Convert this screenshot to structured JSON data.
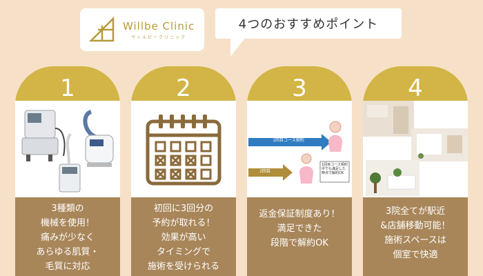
{
  "logo": {
    "name": "Willbe Clinic",
    "sub": "ウィルビークリニック"
  },
  "header": {
    "bubble_text": "4つのおすすめポイント"
  },
  "cards": [
    {
      "number": "1",
      "lines": [
        "3種類の",
        "機械を使用！",
        "痛みが少なく",
        "あらゆる肌質・",
        "毛質に対応"
      ]
    },
    {
      "number": "2",
      "lines": [
        "初回に3回分の",
        "予約が取れる！",
        "効果が高い",
        "タイミングで",
        "施術を受けられる"
      ]
    },
    {
      "number": "3",
      "lines": [
        "返金保証制度あり！",
        "満足できた",
        "段階で解約OK"
      ],
      "diagram": {
        "arrow1_label": "1回目コース契約",
        "arrow2_label": "2回目",
        "note": "1回目コース契約中でも満足した時点で解約OK"
      }
    },
    {
      "number": "4",
      "lines": [
        "3院全てが駅近",
        "&店舗移動可能！",
        "施術スペースは",
        "個室で快適"
      ]
    }
  ],
  "colors": {
    "background": "#f6e1c8",
    "gold": "#d2b546",
    "brown": "#a8865a",
    "calendar": "#8b6a3a"
  }
}
